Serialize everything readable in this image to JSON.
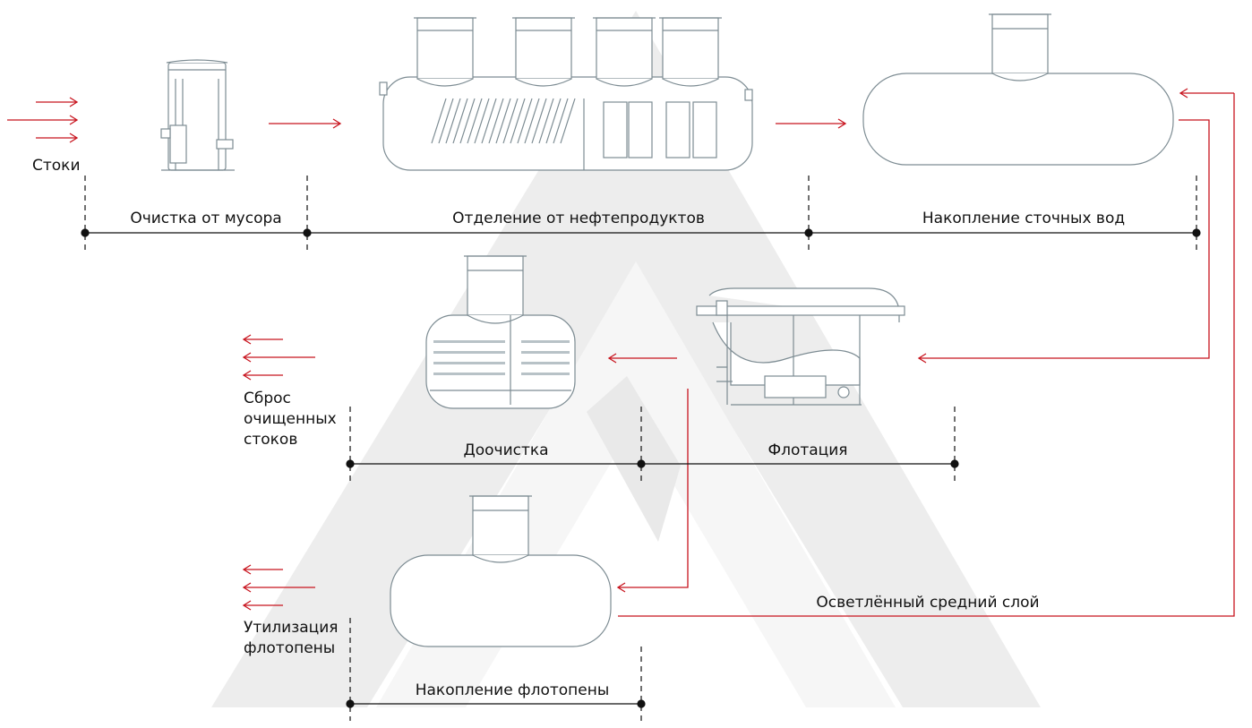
{
  "colors": {
    "arrow": "#c8141e",
    "equipment": "#7d8c93",
    "timeline": "#111111",
    "watermark": "#ececec"
  },
  "labels": {
    "inflow": "Стоки",
    "discharge": "Сброс\nочищенных\nстоков",
    "foam_disposal": "Утилизация\nфлотопены",
    "clarified_layer": "Осветлённый средний слой"
  },
  "stages": [
    {
      "id": "debris",
      "label": "Очистка от мусора",
      "icon": "screen-separator-icon"
    },
    {
      "id": "oil",
      "label": "Отделение от нефтепродуктов",
      "icon": "oil-separator-tank-icon"
    },
    {
      "id": "storage",
      "label": "Накопление сточных вод",
      "icon": "storage-tank-icon"
    },
    {
      "id": "flotation",
      "label": "Флотация",
      "icon": "flotation-unit-icon"
    },
    {
      "id": "polishing",
      "label": "Доочистка",
      "icon": "sorption-filter-icon"
    },
    {
      "id": "foam",
      "label": "Накопление флотопены",
      "icon": "foam-tank-icon"
    }
  ],
  "watermark": "company-logo-triangle"
}
